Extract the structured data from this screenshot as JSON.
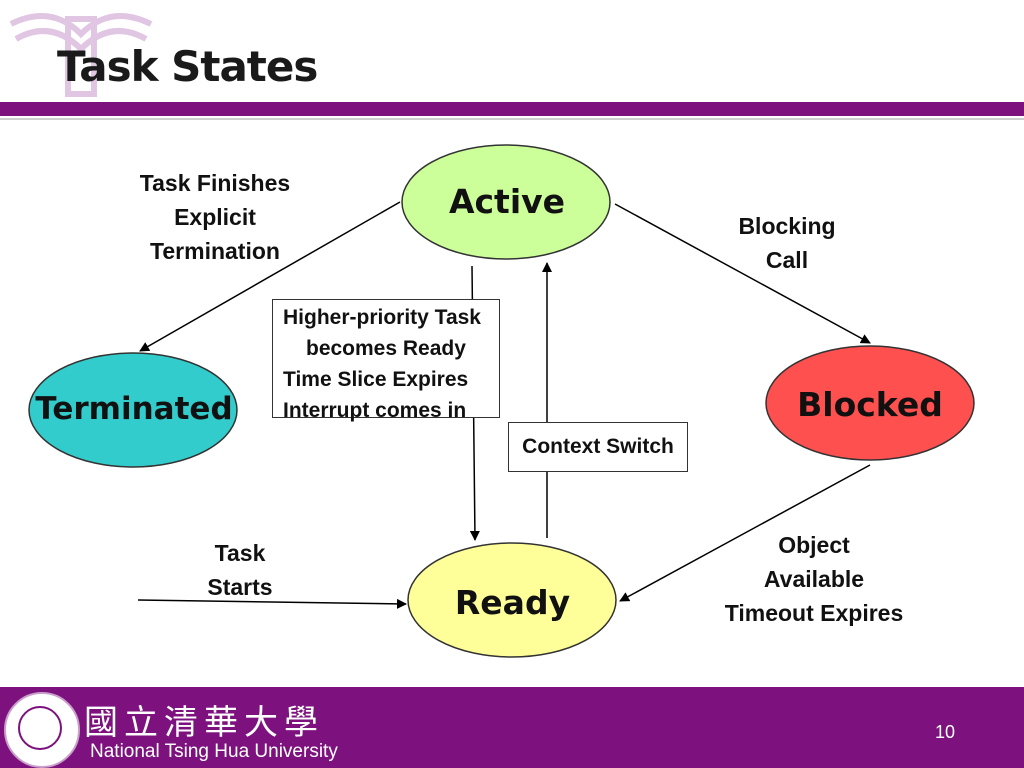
{
  "slide": {
    "title": "Task States",
    "page_number": "10"
  },
  "states": {
    "active": "Active",
    "terminated": "Terminated",
    "blocked": "Blocked",
    "ready": "Ready"
  },
  "state_colors": {
    "active": "#ccff99",
    "terminated": "#33cccc",
    "blocked": "#ff5050",
    "ready": "#ffff99"
  },
  "transitions": {
    "terminate": [
      "Task Finishes",
      "Explicit",
      "Termination"
    ],
    "block": [
      "Blocking",
      "Call"
    ],
    "unblock": [
      "Object",
      "Available",
      "Timeout Expires"
    ],
    "start": [
      "Task",
      "Starts"
    ],
    "preempt": [
      "Higher-priority Task",
      "becomes Ready",
      "Time Slice Expires",
      "Interrupt comes in"
    ],
    "dispatch": "Context Switch"
  },
  "footer": {
    "university_cjk": "國立清華大學",
    "university_name": "National Tsing Hua University"
  },
  "colors": {
    "accent": "#7d127f"
  }
}
